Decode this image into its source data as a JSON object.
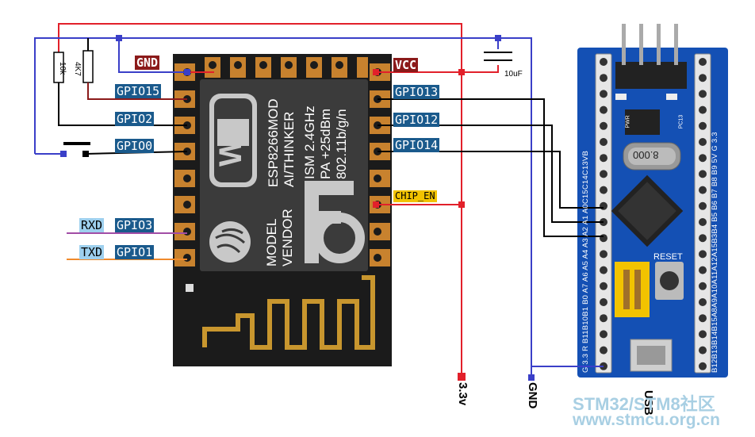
{
  "esp_module": {
    "model_line1": "MODEL",
    "model_line2": "ESP8266MOD",
    "vendor_line1": "VENDOR",
    "vendor_line2": "AI/THINKER",
    "spec1": "ISM 2.4GHz",
    "spec2": "PA +25dBm",
    "spec3": "802.11b/g/n",
    "logo_text": "Wi Fi"
  },
  "left_labels": {
    "gnd": "GND",
    "gpio15": "GPIO15",
    "gpio2": "GPIO2",
    "gpio0": "GPIO0",
    "rxd": "RXD",
    "gpio3": "GPIO3",
    "txd": "TXD",
    "gpio1": "GPIO1"
  },
  "right_labels": {
    "vcc": "VCC",
    "gpio13": "GPIO13",
    "gpio12": "GPIO12",
    "gpio14": "GPIO14",
    "chip_en": "CHIP_EN"
  },
  "components": {
    "r1": "10k",
    "r2": "4K7",
    "cap": "10uF"
  },
  "power": {
    "v33": "3.3v",
    "gnd": "GND"
  },
  "board": {
    "reset_label": "RESET",
    "crystal": "8.000",
    "usb_label": "USB",
    "pwr": "PWR",
    "pc13": "PC13",
    "left_pins": "G 3.3 R B11B10B1 B0 A7 A6 A5 A4 A3 A2 A1 A0C15C14C13VB",
    "right_pins": "B12B13B14B15A8A9A10A11A12A15B3B4 B5 B6 B7 B8 B9 5V G 3.3"
  },
  "watermark": {
    "line1": "STM32/STM8社区",
    "line2": "www.stmcu.org.cn"
  },
  "colors": {
    "vcc_wire": "#e2202a",
    "gnd_wire": "#3a3fc8",
    "signal_wire": "#000000",
    "rx_wire": "#a24da6",
    "tx_wire": "#f08a2c",
    "board": "#1450b4",
    "module": "#1b1b1b",
    "pad": "#c8822e"
  }
}
